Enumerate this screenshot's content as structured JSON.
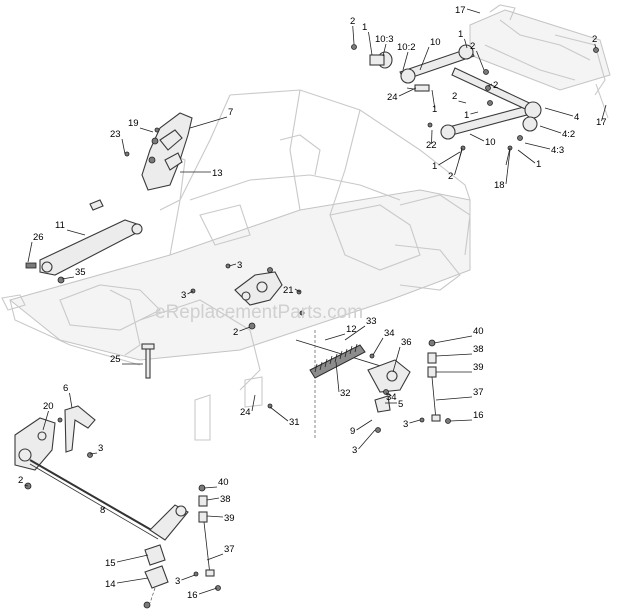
{
  "watermark": "eReplacementParts.com",
  "callouts": [
    {
      "id": "c-17a",
      "text": "17"
    },
    {
      "id": "c-2a",
      "text": "2"
    },
    {
      "id": "c-1a",
      "text": "1"
    },
    {
      "id": "c-10-3",
      "text": "10:3"
    },
    {
      "id": "c-10-2",
      "text": "10:2"
    },
    {
      "id": "c-10a",
      "text": "10"
    },
    {
      "id": "c-1b",
      "text": "1"
    },
    {
      "id": "c-2b",
      "text": "2"
    },
    {
      "id": "c-2c",
      "text": "2"
    },
    {
      "id": "c-24a",
      "text": "24"
    },
    {
      "id": "c-1c",
      "text": "1"
    },
    {
      "id": "c-2d",
      "text": "2"
    },
    {
      "id": "c-1d",
      "text": "1"
    },
    {
      "id": "c-4a",
      "text": "4"
    },
    {
      "id": "c-17b",
      "text": "17"
    },
    {
      "id": "c-4-2",
      "text": "4:2"
    },
    {
      "id": "c-22",
      "text": "22"
    },
    {
      "id": "c-10b",
      "text": "10"
    },
    {
      "id": "c-4-3",
      "text": "4:3"
    },
    {
      "id": "c-1e",
      "text": "1"
    },
    {
      "id": "c-2e",
      "text": "2"
    },
    {
      "id": "c-1f",
      "text": "1"
    },
    {
      "id": "c-18",
      "text": "18"
    },
    {
      "id": "c-7",
      "text": "7"
    },
    {
      "id": "c-19",
      "text": "19"
    },
    {
      "id": "c-23",
      "text": "23"
    },
    {
      "id": "c-13",
      "text": "13"
    },
    {
      "id": "c-11",
      "text": "11"
    },
    {
      "id": "c-26",
      "text": "26"
    },
    {
      "id": "c-35",
      "text": "35"
    },
    {
      "id": "c-3a",
      "text": "3"
    },
    {
      "id": "c-3b",
      "text": "3"
    },
    {
      "id": "c-21",
      "text": "21"
    },
    {
      "id": "c-2f",
      "text": "2"
    },
    {
      "id": "c-12",
      "text": "12"
    },
    {
      "id": "c-33",
      "text": "33"
    },
    {
      "id": "c-40a",
      "text": "40"
    },
    {
      "id": "c-34a",
      "text": "34"
    },
    {
      "id": "c-36",
      "text": "36"
    },
    {
      "id": "c-38a",
      "text": "38"
    },
    {
      "id": "c-25",
      "text": "25"
    },
    {
      "id": "c-39a",
      "text": "39"
    },
    {
      "id": "c-32",
      "text": "32"
    },
    {
      "id": "c-37a",
      "text": "37"
    },
    {
      "id": "c-34b",
      "text": "34"
    },
    {
      "id": "c-5",
      "text": "5"
    },
    {
      "id": "c-6",
      "text": "6"
    },
    {
      "id": "c-24b",
      "text": "24"
    },
    {
      "id": "c-31",
      "text": "31"
    },
    {
      "id": "c-20",
      "text": "20"
    },
    {
      "id": "c-9",
      "text": "9"
    },
    {
      "id": "c-3c",
      "text": "3"
    },
    {
      "id": "c-16a",
      "text": "16"
    },
    {
      "id": "c-3d",
      "text": "3"
    },
    {
      "id": "c-3e",
      "text": "3"
    },
    {
      "id": "c-2g",
      "text": "2"
    },
    {
      "id": "c-8",
      "text": "8"
    },
    {
      "id": "c-40b",
      "text": "40"
    },
    {
      "id": "c-38b",
      "text": "38"
    },
    {
      "id": "c-39b",
      "text": "39"
    },
    {
      "id": "c-15",
      "text": "15"
    },
    {
      "id": "c-37b",
      "text": "37"
    },
    {
      "id": "c-14",
      "text": "14"
    },
    {
      "id": "c-3f",
      "text": "3"
    },
    {
      "id": "c-16b",
      "text": "16"
    },
    {
      "id": "c-2h",
      "text": "2"
    }
  ]
}
